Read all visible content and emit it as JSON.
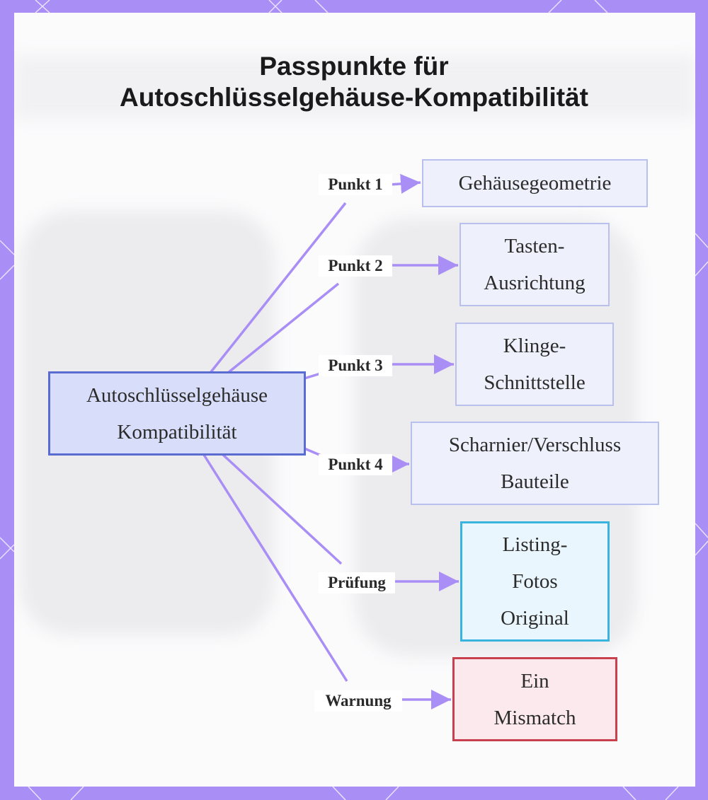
{
  "title": {
    "line1": "Passpunkte für",
    "line2": "Autoschlüsselgehäuse-Kompatibilität"
  },
  "colors": {
    "frame": "#a98ef5",
    "edge": "#a98ef5",
    "root_fill": "#d8def9",
    "root_border": "#5a6ccf",
    "target_fill": "#eef0fc",
    "target_border": "#b9c0ee",
    "check_border": "#39b4df",
    "warning_border": "#c9404f"
  },
  "root": {
    "line1": "Autoschlüsselgehäuse",
    "line2": "Kompatibilität"
  },
  "edge_labels": {
    "p1": "Punkt 1",
    "p2": "Punkt 2",
    "p3": "Punkt 3",
    "p4": "Punkt 4",
    "check": "Prüfung",
    "warn": "Warnung"
  },
  "targets": {
    "p1": {
      "lines": [
        "Gehäusegeometrie"
      ]
    },
    "p2": {
      "lines": [
        "Tasten-",
        "Ausrichtung"
      ]
    },
    "p3": {
      "lines": [
        "Klinge-",
        "Schnittstelle"
      ]
    },
    "p4": {
      "lines": [
        "Scharnier/Verschluss",
        "Bauteile"
      ]
    },
    "check": {
      "lines": [
        "Listing-",
        "Fotos",
        "Original"
      ]
    },
    "warn": {
      "lines": [
        "Ein",
        "Mismatch"
      ]
    }
  }
}
